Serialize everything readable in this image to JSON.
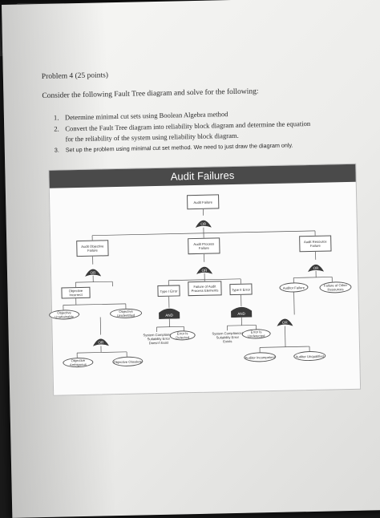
{
  "problem_heading": "Problem 4 (25 points)",
  "prompt": "Consider the following Fault Tree diagram and solve for the following:",
  "tasks": [
    {
      "num": "1.",
      "text": "Determine minimal cut sets using Boolean Algebra method"
    },
    {
      "num": "2.",
      "text": "Convert the Fault Tree diagram into reliability block diagram and determine the equation"
    },
    {
      "num": "",
      "text": "for the reliability of the system using reliability block diagram."
    },
    {
      "num": "3.",
      "text": "Set up the problem using minimal cut set method. We need to just draw the diagram only."
    }
  ],
  "diagram": {
    "title": "Audit Failures",
    "top": "Audit Failure",
    "l1": {
      "left": "Audit Objective Failure",
      "mid": "Audit Process Failure",
      "right": "Audit Resource Failure"
    },
    "l2": {
      "obj_incorrect": "Objective Incorrect",
      "type1": "Type I Error",
      "proc_elements": "Failure of Audit Process Elements",
      "type2": "Type II Error",
      "auditor_failure": "Auditor Failure",
      "other_resources": "Failure of Other Resources"
    },
    "l3": {
      "unattainable": "Objective Unattainable",
      "unidentified": "Objective Unidentified",
      "sys_noncomp": "System Compliance/ Suitability Error Doesn't Exist",
      "err_detected": "Error Is Detected",
      "sys_comp": "System Compliance/ Suitability Error Exists",
      "err_undetected": "Error Is Undetected"
    },
    "l4": {
      "ambiguous": "Objective Ambiguous",
      "obsolete": "Objective Obsolete",
      "incompetent": "Auditor Incompetent",
      "unqualified": "Auditor Unqualified"
    },
    "gates": {
      "or": "OR",
      "and": "AND"
    }
  }
}
